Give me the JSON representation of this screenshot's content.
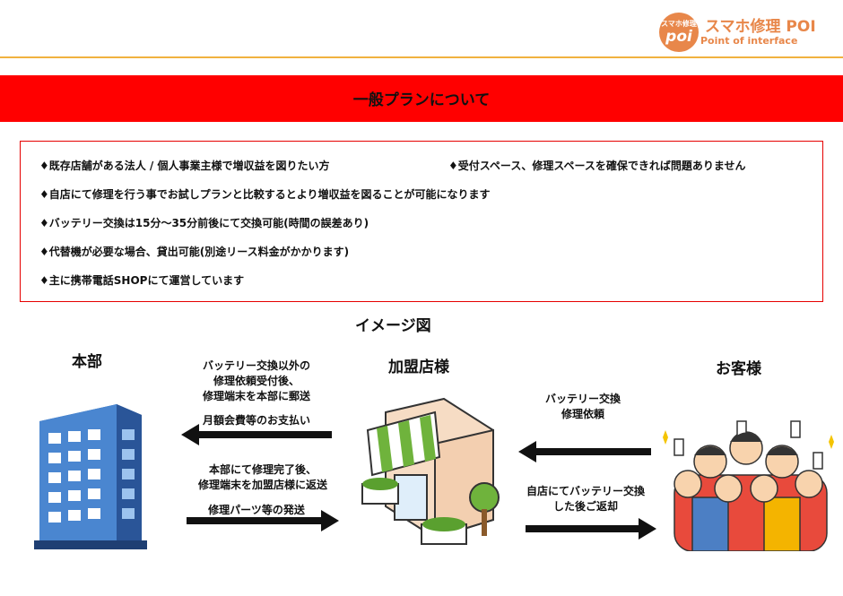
{
  "logo": {
    "badge_top": "スマホ修理",
    "badge_bottom": "poi",
    "title": "スマホ修理 POI",
    "subtitle": "Point of interface"
  },
  "banner": {
    "title": "一般プランについて"
  },
  "info": {
    "bullets": [
      "♦既存店舗がある法人 / 個人事業主様で増収益を図りたい方",
      "♦受付スペース、修理スペースを確保できれば問題ありません",
      "♦自店にて修理を行う事でお試しプランと比較するとより増収益を図ることが可能になります",
      "♦バッテリー交換は15分～35分前後にて交換可能(時間の誤差あり)",
      "♦代替機が必要な場合、貸出可能(別途リース料金がかかります)",
      "♦主に携帯電話SHOPにて運営しています"
    ]
  },
  "diagram": {
    "title": "イメージ図",
    "nodes": {
      "hq": "本部",
      "franchise": "加盟店様",
      "customer": "お客様"
    },
    "flows": {
      "request_to_hq": [
        "バッテリー交換以外の",
        "修理依頼受付後、",
        "修理端末を本部に郵送"
      ],
      "monthly_fee": "月額会費等のお支払い",
      "return_to_franchise": [
        "本部にて修理完了後、",
        "修理端末を加盟店様に返送"
      ],
      "parts_shipping": "修理パーツ等の発送",
      "battery_request": [
        "バッテリー交換",
        "修理依頼"
      ],
      "return_to_customer": [
        "自店にてバッテリー交換",
        "した後ご返却"
      ]
    }
  },
  "colors": {
    "accent_orange": "#e8874a",
    "banner_red": "#ff0000",
    "rule_gold": "#f1b23f",
    "border_red": "#e60000"
  }
}
